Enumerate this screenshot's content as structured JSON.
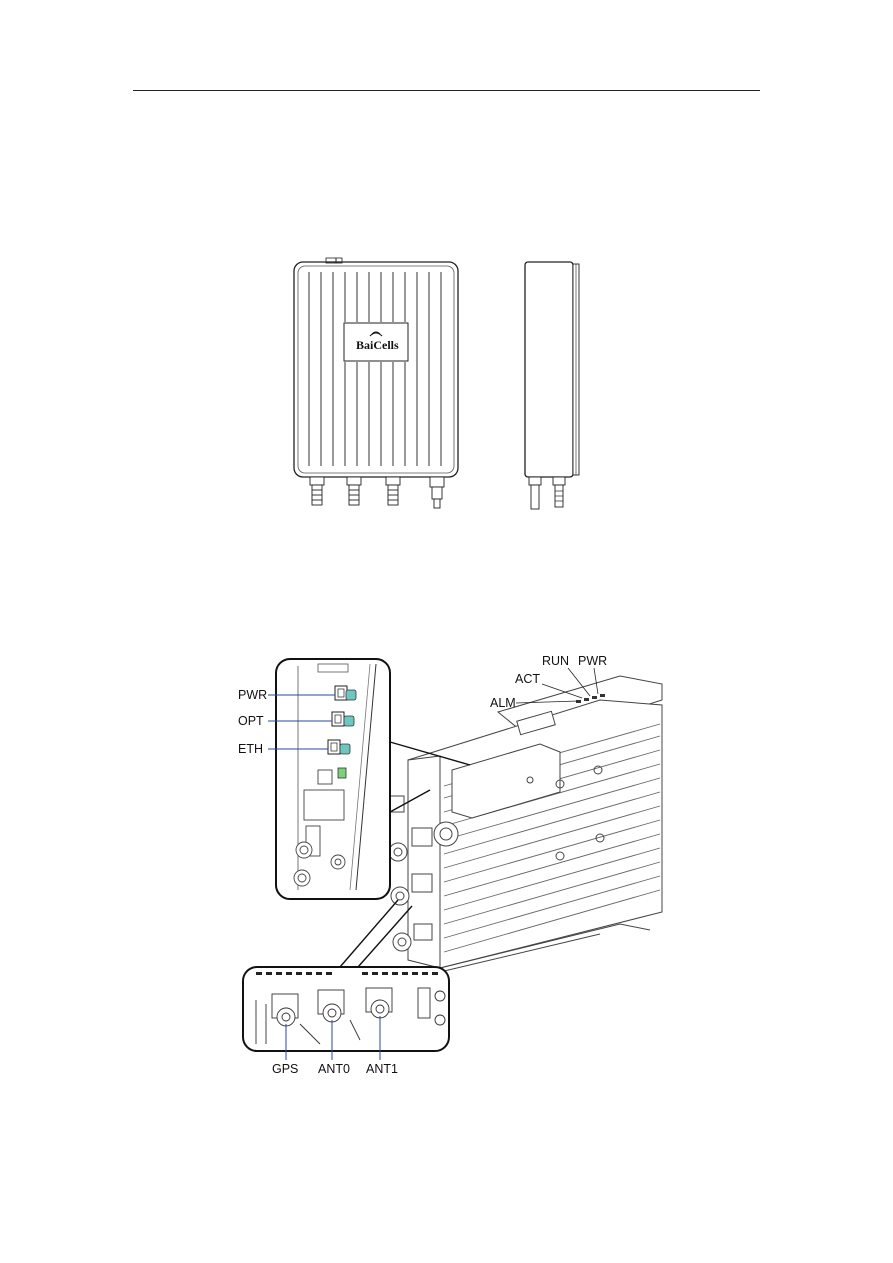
{
  "figure1": {
    "front_view": {
      "logo_text": "BaiCells"
    }
  },
  "figure2": {
    "indicator_labels": {
      "run": "RUN",
      "pwr": "PWR",
      "act": "ACT",
      "alm": "ALM"
    },
    "port_labels_side": {
      "pwr": "PWR",
      "opt": "OPT",
      "eth": "ETH"
    },
    "port_labels_bottom": {
      "gps": "GPS",
      "ant0": "ANT0",
      "ant1": "ANT1"
    }
  }
}
